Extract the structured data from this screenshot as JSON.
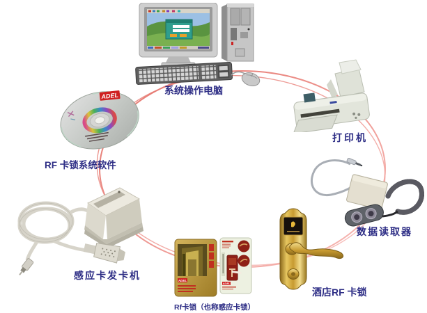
{
  "canvas": {
    "background": "#ffffff"
  },
  "loop": {
    "color_dark": "#e4726a",
    "color_light": "#f8bcb8"
  },
  "label_color": "#2d2d85",
  "components": {
    "computer": {
      "label": "系统操作电脑"
    },
    "printer": {
      "label": "打印机"
    },
    "software_cd": {
      "label": "RF 卡锁系统软件",
      "brand": "ADEL"
    },
    "card_encoder": {
      "label": "感应卡发卡机"
    },
    "rf_card": {
      "label": "Rf卡锁（也称感应卡锁）",
      "brand": "ADEL"
    },
    "hotel_lock": {
      "label": "酒店RF 卡锁"
    },
    "data_reader": {
      "label": "数据读取器"
    }
  }
}
